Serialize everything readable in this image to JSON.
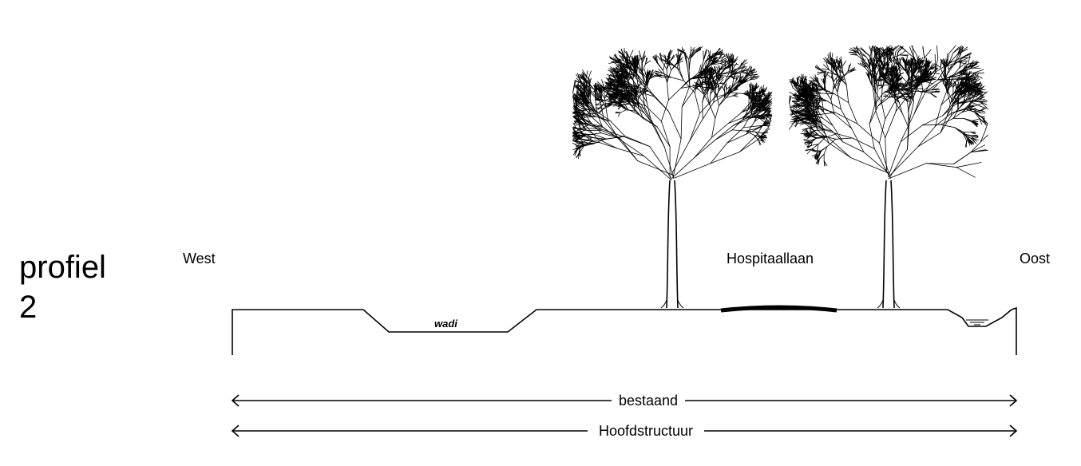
{
  "title": {
    "line1": "profiel",
    "line2": "2"
  },
  "labels": {
    "west": "West",
    "east": "Oost",
    "road": "Hospitaallaan",
    "wadi": "wadi"
  },
  "dimensions": [
    {
      "label": "bestaand"
    },
    {
      "label": "Hoofdstructuur"
    }
  ],
  "trees": [
    {
      "name": "tree-left"
    },
    {
      "name": "tree-right"
    }
  ]
}
